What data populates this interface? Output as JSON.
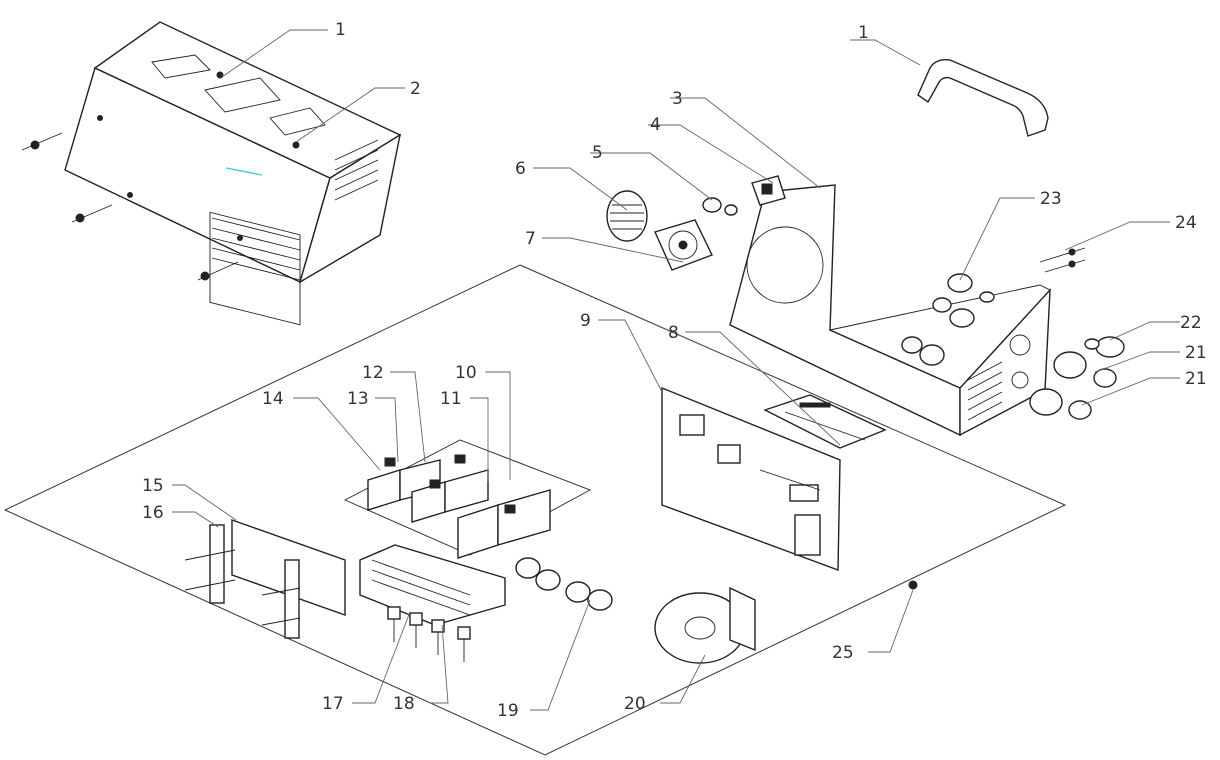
{
  "callouts": [
    {
      "id": "c1a",
      "text": "1"
    },
    {
      "id": "c1b",
      "text": "1"
    },
    {
      "id": "c2",
      "text": "2"
    },
    {
      "id": "c3",
      "text": "3"
    },
    {
      "id": "c4",
      "text": "4"
    },
    {
      "id": "c5",
      "text": "5"
    },
    {
      "id": "c6",
      "text": "6"
    },
    {
      "id": "c7",
      "text": "7"
    },
    {
      "id": "c8",
      "text": "8"
    },
    {
      "id": "c9",
      "text": "9"
    },
    {
      "id": "c10",
      "text": "10"
    },
    {
      "id": "c11",
      "text": "11"
    },
    {
      "id": "c12",
      "text": "12"
    },
    {
      "id": "c13",
      "text": "13"
    },
    {
      "id": "c14",
      "text": "14"
    },
    {
      "id": "c15",
      "text": "15"
    },
    {
      "id": "c16",
      "text": "16"
    },
    {
      "id": "c17",
      "text": "17"
    },
    {
      "id": "c18",
      "text": "18"
    },
    {
      "id": "c19",
      "text": "19"
    },
    {
      "id": "c20",
      "text": "20"
    },
    {
      "id": "c21a",
      "text": "21"
    },
    {
      "id": "c21b",
      "text": "21"
    },
    {
      "id": "c22",
      "text": "22"
    },
    {
      "id": "c23",
      "text": "23"
    },
    {
      "id": "c24",
      "text": "24"
    },
    {
      "id": "c25",
      "text": "25"
    }
  ]
}
